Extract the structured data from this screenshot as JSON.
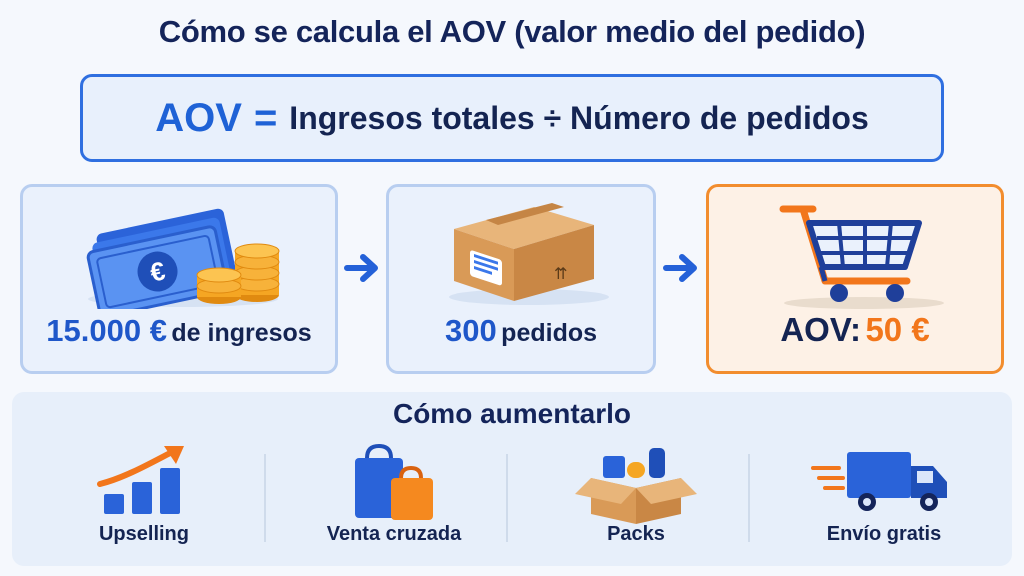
{
  "title": "Cómo se calcula el AOV (valor medio del pedido)",
  "formula": {
    "aov": "AOV",
    "equals": "=",
    "expression": "Ingresos totales ÷ Número de pedidos"
  },
  "steps": [
    {
      "value": "15.000 €",
      "label": "de ingresos",
      "icon": "money-coins-icon"
    },
    {
      "value": "300",
      "label": "pedidos",
      "icon": "box-icon"
    },
    {
      "label": "AOV:",
      "value": "50 €",
      "icon": "shopping-cart-icon"
    }
  ],
  "section": {
    "title": "Cómo aumentarlo",
    "items": [
      {
        "label": "Upselling",
        "icon": "growth-chart-icon"
      },
      {
        "label": "Venta cruzada",
        "icon": "shopping-bags-icon"
      },
      {
        "label": "Packs",
        "icon": "open-box-icon"
      },
      {
        "label": "Envío gratis",
        "icon": "delivery-truck-icon"
      }
    ]
  },
  "colors": {
    "accent": "#1f62d6",
    "highlight": "#f2761b",
    "text": "#142452"
  }
}
